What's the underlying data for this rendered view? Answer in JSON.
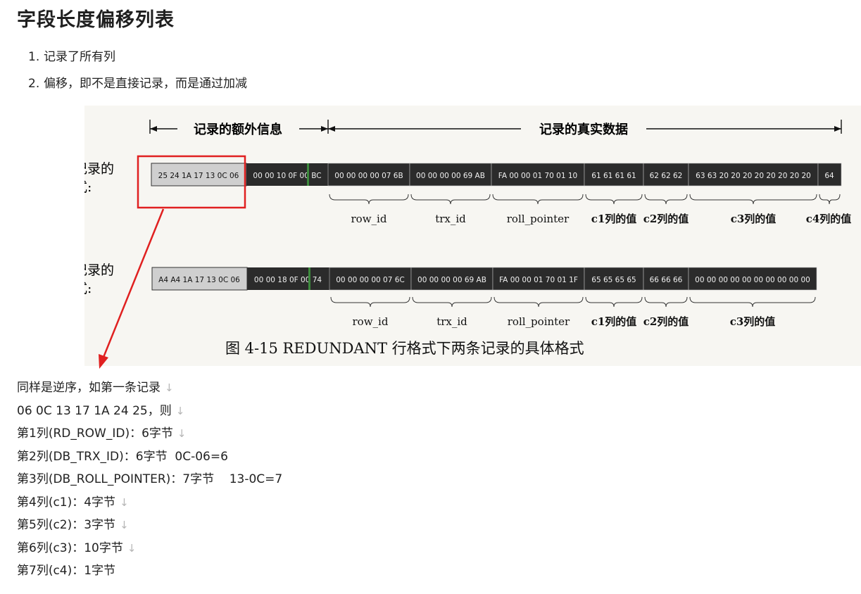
{
  "title": "字段长度偏移列表",
  "list": [
    {
      "num": "1.",
      "text": "记录了所有列"
    },
    {
      "num": "2.",
      "text": "偏移，即不是直接记录，而是通过加减"
    }
  ],
  "figure": {
    "header_extra": "记录的额外信息",
    "header_real": "记录的真实数据",
    "caption": "图 4-15    REDUNDANT 行格式下两条记录的具体格式",
    "record1": {
      "label_line1": "第一条记录的",
      "label_line2": "存储格式:",
      "cells": [
        "25 24 1A 17 13 0C 06",
        "00 00 10 0F 00 BC",
        "00 00 00 00 07 6B",
        "00 00 00 00 69 AB",
        "FA 00 00 01 70 01 10",
        "61 61 61 61",
        "62 62 62",
        "63 63 20 20 20 20 20 20 20 20",
        "64"
      ],
      "field_labels": [
        "row_id",
        "trx_id",
        "roll_pointer",
        "c1列的值",
        "c2列的值",
        "c3列的值",
        "c4列的值"
      ]
    },
    "record2": {
      "label_line1": "第二条记录的",
      "label_line2": "存储格式:",
      "cells": [
        "A4 A4 1A 17 13 0C 06",
        "00 00 18 0F 00 74",
        "00 00 00 00 07 6C",
        "00 00 00 00 69 AB",
        "FA 00 00 01 70 01 1F",
        "65 65 65 65",
        "66 66 66",
        "00 00 00 00 00 00 00 00 00 00"
      ],
      "field_labels": [
        "row_id",
        "trx_id",
        "roll_pointer",
        "c1列的值",
        "c2列的值",
        "c3列的值"
      ]
    }
  },
  "notes": [
    {
      "text": "同样是逆序，如第一条记录",
      "arrow": "↓"
    },
    {
      "text": "06 0C 13 17 1A 24 25，则",
      "arrow": "↓"
    },
    {
      "text": "第1列(RD_ROW_ID)：6字节",
      "arrow": "↓"
    },
    {
      "text": "第2列(DB_TRX_ID)：6字节  0C-06=6",
      "arrow": ""
    },
    {
      "text": "第3列(DB_ROLL_POINTER)：7字节    13-0C=7",
      "arrow": ""
    },
    {
      "text": "第4列(c1)：4字节",
      "arrow": "↓"
    },
    {
      "text": "第5列(c2)：3字节",
      "arrow": "↓"
    },
    {
      "text": "第6列(c3)：10字节",
      "arrow": "↓"
    },
    {
      "text": "第7列(c4)：1字节",
      "arrow": ""
    }
  ],
  "colors": {
    "highlight_box": "#e02020",
    "arrow": "#e02020",
    "dark_cell": "#2b2b2b",
    "light_cell": "#cfcfcf",
    "green_marker": "#3c8a3c"
  }
}
